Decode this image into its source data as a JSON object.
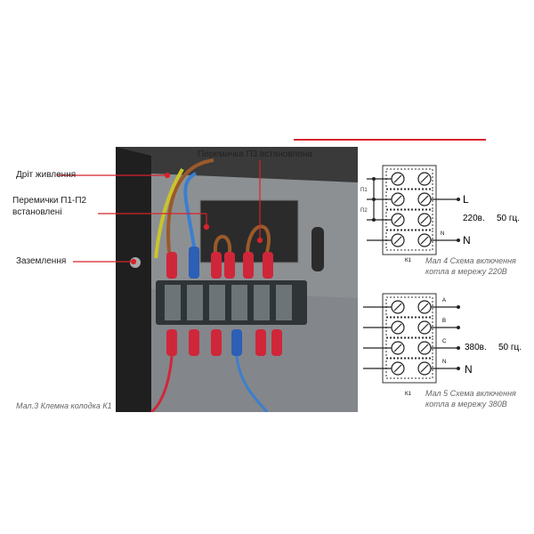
{
  "labels": {
    "power_wire": "Дріт живлення",
    "jumpers_p1p2_line1": "Перемички П1-П2",
    "jumpers_p1p2_line2": "встановлені",
    "ground": "Заземлення",
    "jumper_p3": "Перемичка П3 встановлена"
  },
  "figure3": {
    "caption": "Мал.3 Клемна колодка К1"
  },
  "figure4": {
    "p1": "П1",
    "p2": "П2",
    "l": "L",
    "n_small": "N",
    "n": "N",
    "voltage": "220в.",
    "freq": "50 гц.",
    "block": "К1",
    "caption_line1": "Мал 4 Схема включення",
    "caption_line2": "котла в мережу 220В"
  },
  "figure5": {
    "a": "A",
    "b": "B",
    "c": "C",
    "n_small": "N",
    "n": "N",
    "voltage": "380в.",
    "freq": "50 гц.",
    "block": "К1",
    "caption_line1": "Мал 5 Схема включення",
    "caption_line2": "котла в мережу 380В"
  },
  "colors": {
    "accent": "#d8232a"
  }
}
